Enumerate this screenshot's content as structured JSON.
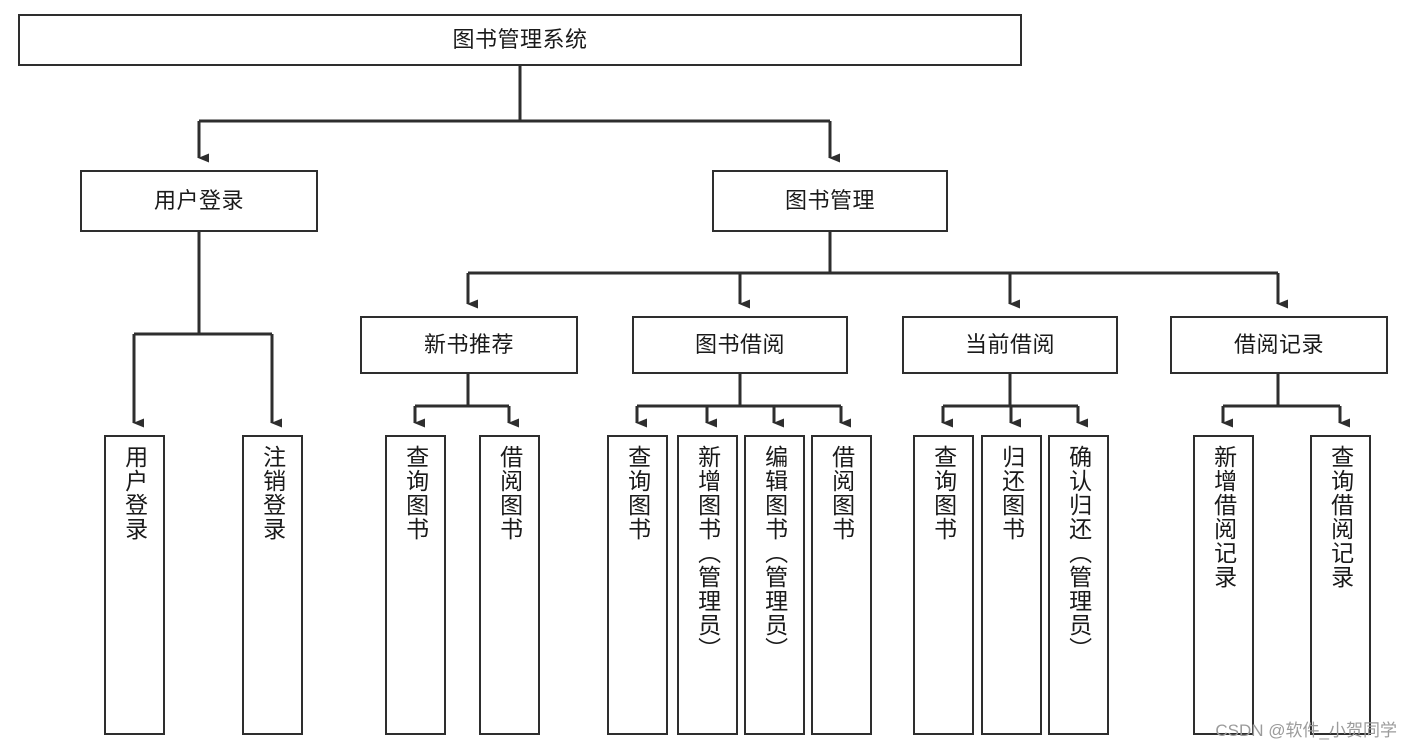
{
  "diagram": {
    "title": "图书管理系统",
    "watermark": "CSDN @软件_小贺同学",
    "colors": {
      "stroke": "#2e2e2e",
      "text": "#1a1a1a",
      "background": "#ffffff",
      "watermark": "#9b9b9b"
    },
    "nodes": {
      "root": "图书管理系统",
      "user_login": "用户登录",
      "book_manage": "图书管理",
      "new_book_recommend": "新书推荐",
      "book_borrow": "图书借阅",
      "current_borrow": "当前借阅",
      "borrow_record": "借阅记录",
      "leaf_user_login": "用户登录",
      "leaf_logout": "注销登录",
      "leaf_query_book_1": "查询图书",
      "leaf_borrow_book_1": "借阅图书",
      "leaf_query_book_2": "查询图书",
      "leaf_add_book_admin": "新增图书（管理员）",
      "leaf_edit_book_admin": "编辑图书（管理员）",
      "leaf_borrow_book_2": "借阅图书",
      "leaf_query_book_3": "查询图书",
      "leaf_return_book": "归还图书",
      "leaf_confirm_return_admin": "确认归还（管理员）",
      "leaf_add_borrow_record": "新增借阅记录",
      "leaf_query_borrow_record": "查询借阅记录"
    }
  }
}
